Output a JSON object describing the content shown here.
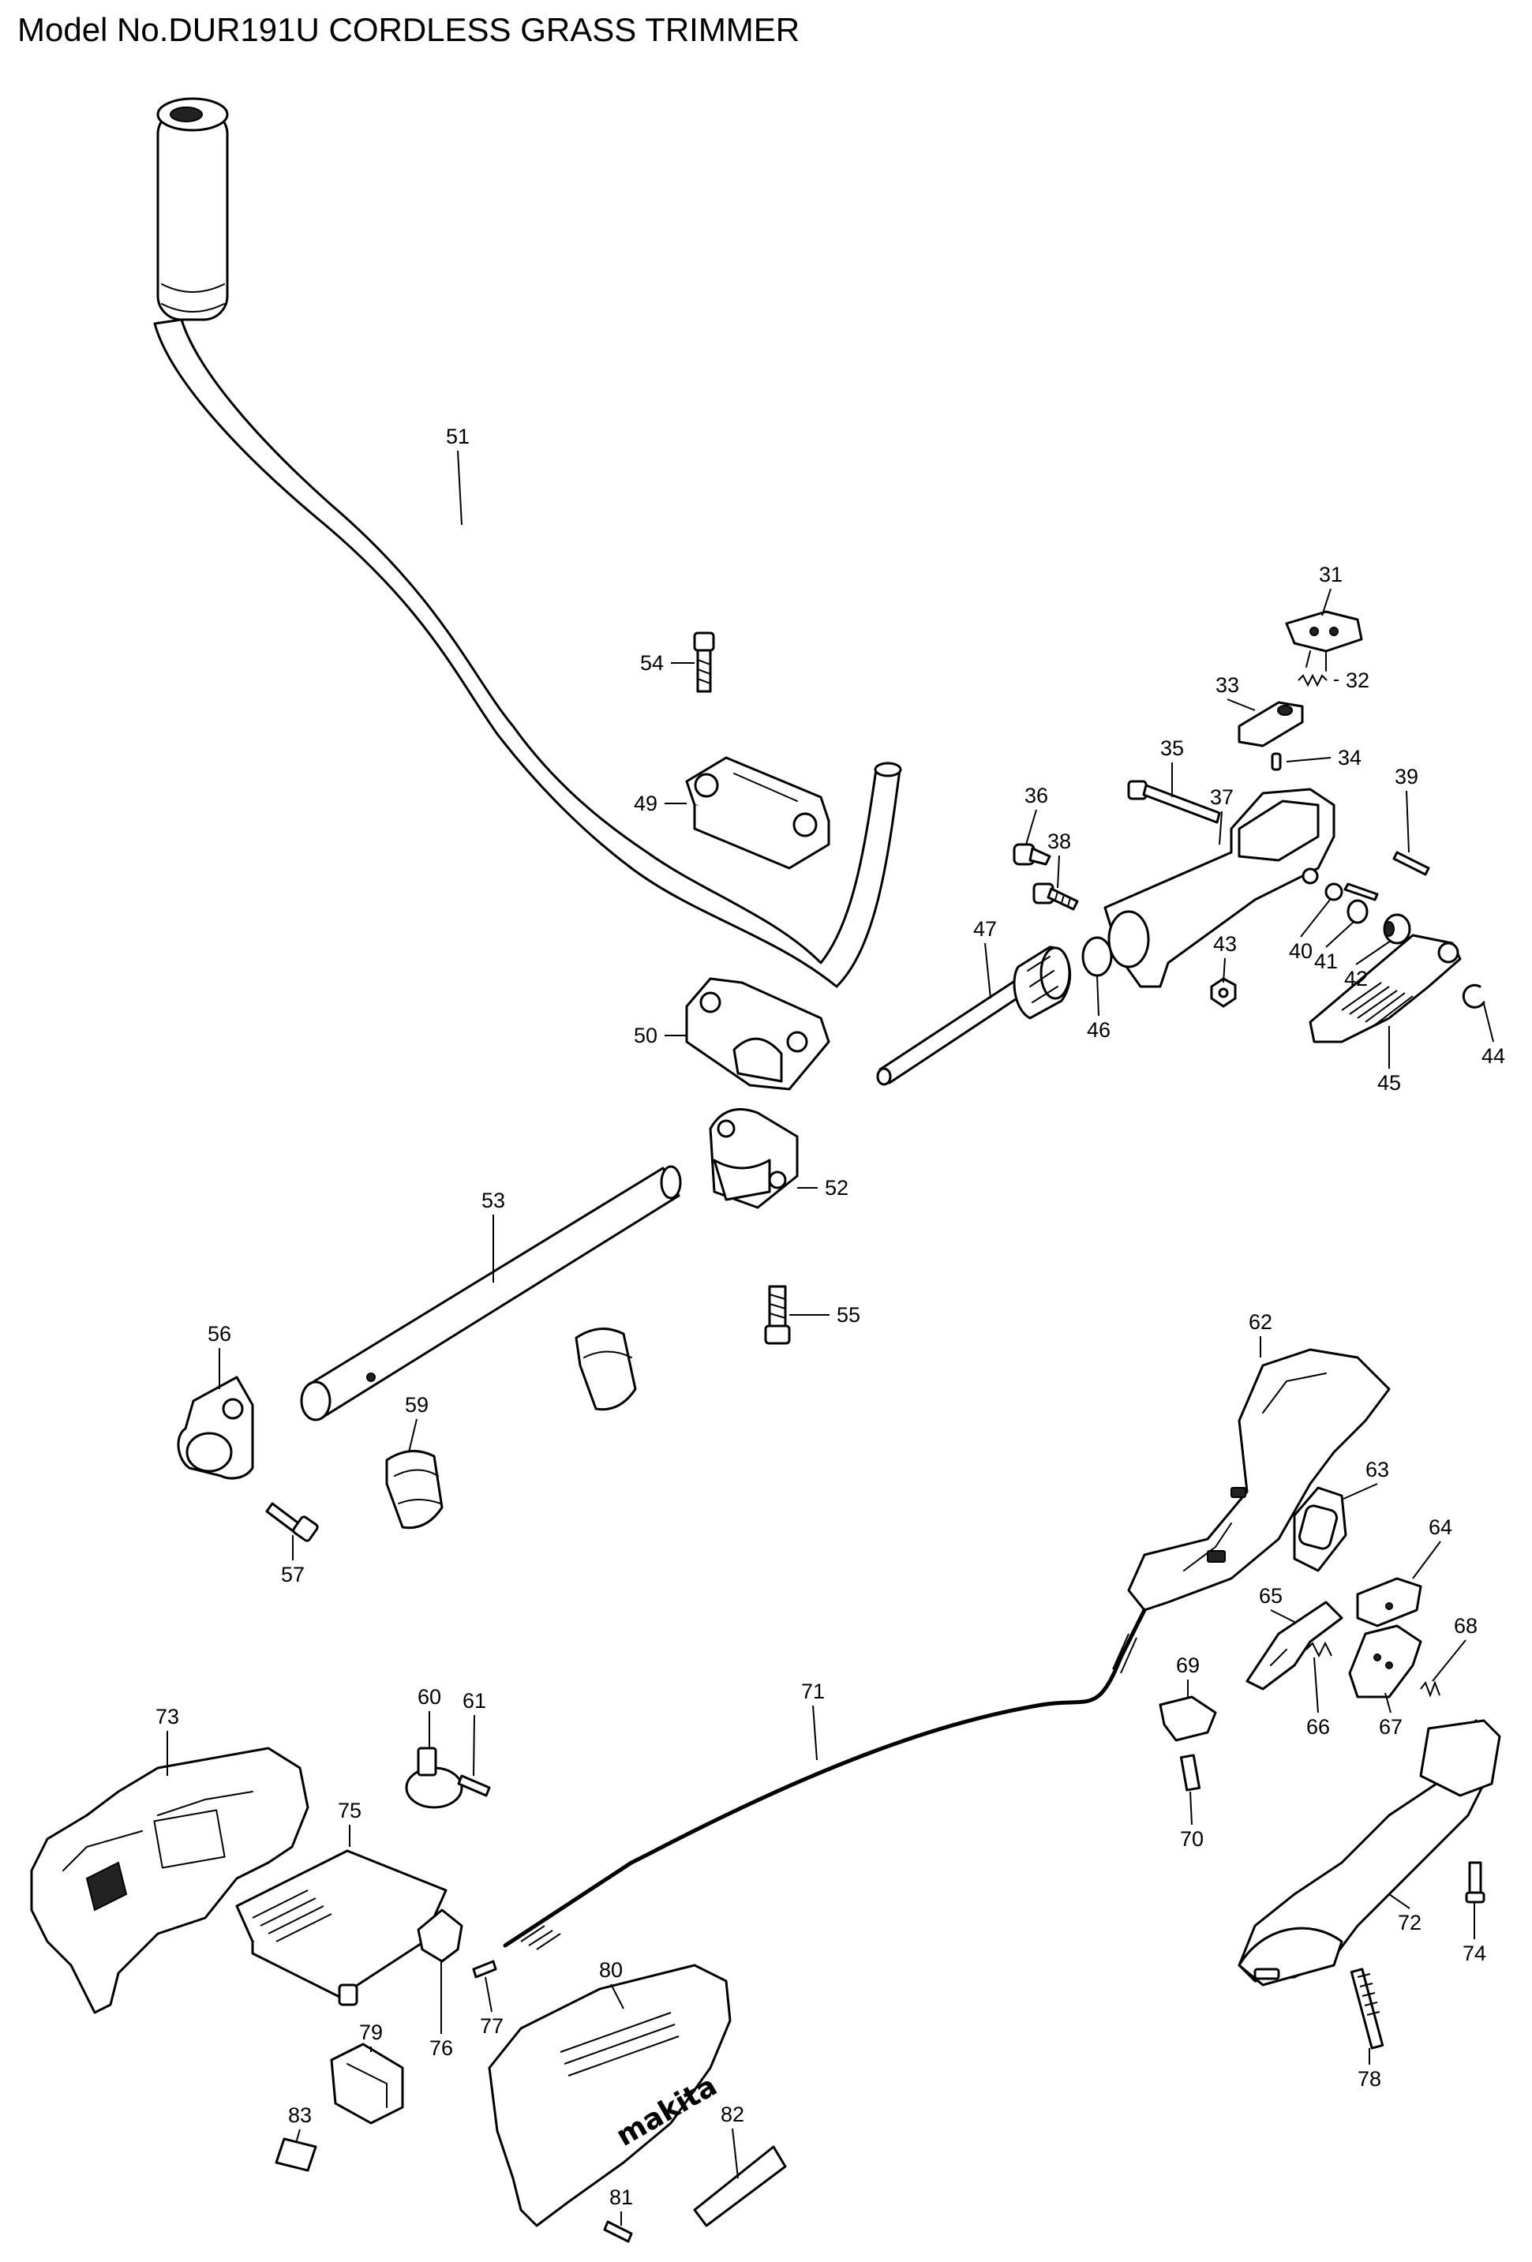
{
  "title": "Model No.DUR191U CORDLESS GRASS TRIMMER",
  "brand_mark": "makita",
  "callouts": [
    "31",
    "32",
    "33",
    "34",
    "35",
    "36",
    "37",
    "38",
    "39",
    "40",
    "41",
    "42",
    "43",
    "44",
    "45",
    "46",
    "47",
    "49",
    "50",
    "51",
    "52",
    "53",
    "54",
    "55",
    "56",
    "57",
    "59",
    "60",
    "61",
    "62",
    "63",
    "64",
    "65",
    "66",
    "67",
    "68",
    "69",
    "70",
    "71",
    "72",
    "73",
    "74",
    "75",
    "76",
    "77",
    "78",
    "79",
    "80",
    "81",
    "82",
    "83"
  ]
}
